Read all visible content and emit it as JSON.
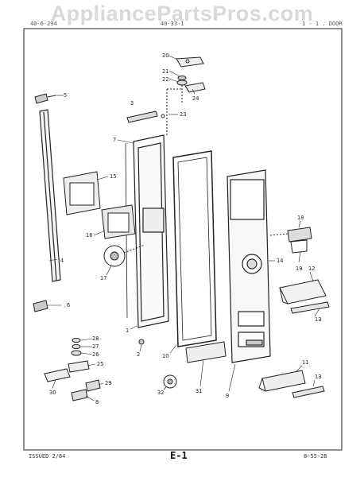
{
  "watermark": "AppliancePartsPros.com",
  "header": {
    "left": "40-6-294",
    "center": "40-33-1",
    "right": "1 - 1 . DOOR"
  },
  "footer": {
    "issued": "ISSUED 2/84",
    "page": "E-1",
    "code": "8-55-28"
  },
  "callouts": [
    "20",
    "21",
    "22",
    "24",
    "3",
    "23",
    "5",
    "7",
    "15",
    "16",
    "17",
    "4",
    "6",
    "18",
    "14",
    "12",
    "19",
    "13",
    "1",
    "2",
    "10",
    "28",
    "27",
    "26",
    "25",
    "29",
    "30",
    "8",
    "11",
    "13",
    "32",
    "31",
    "9"
  ]
}
